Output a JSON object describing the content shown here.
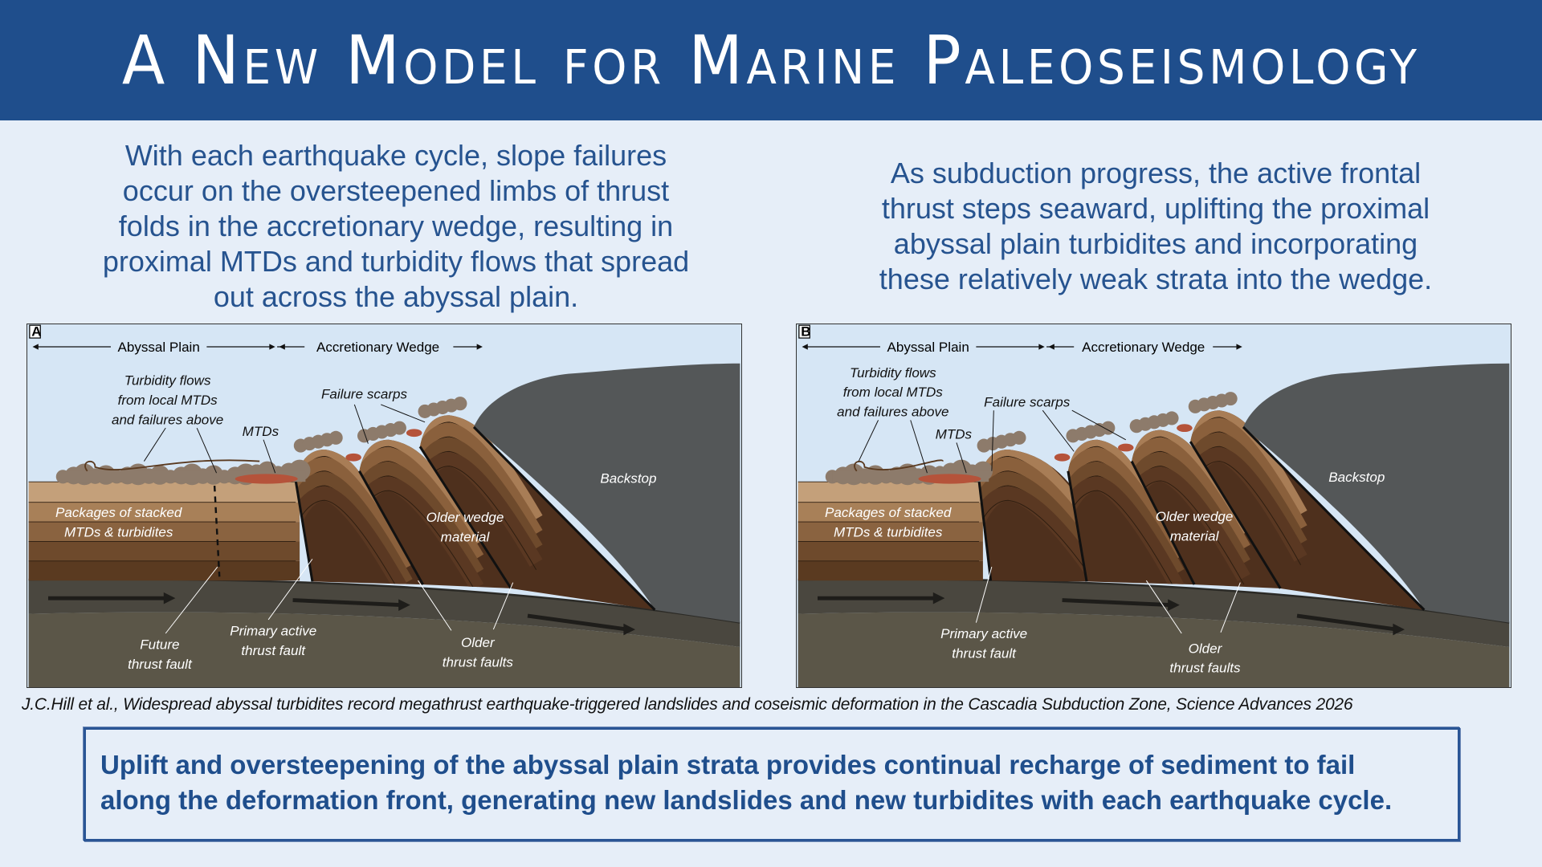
{
  "title": "A New Model for Marine Paleoseismology",
  "left_text": [
    "With each earthquake cycle, slope failures",
    "occur on the oversteepened limbs of thrust",
    "folds in the accretionary wedge, resulting in",
    "proximal MTDs and turbidity flows that spread",
    "out across the abyssal plain."
  ],
  "right_text": [
    "As subduction progress, the active frontal",
    "thrust steps seaward, uplifting the proximal",
    "abyssal plain turbidites and incorporating",
    "these relatively weak strata into the wedge."
  ],
  "panel_a": {
    "letter": "A",
    "abyssal_plain": "Abyssal Plain",
    "accretionary_wedge": "Accretionary Wedge",
    "turbidity": [
      "Turbidity flows",
      "from local MTDs",
      "and failures above"
    ],
    "failure_scarps": "Failure scarps",
    "mtds": "MTDs",
    "backstop": "Backstop",
    "older_wedge": [
      "Older  wedge",
      "material"
    ],
    "packages": [
      "Packages of stacked",
      "MTDs & turbidites"
    ],
    "future_fault": [
      "Future",
      "thrust fault"
    ],
    "primary_fault": [
      "Primary active",
      "thrust fault"
    ],
    "older_faults": [
      "Older",
      "thrust faults"
    ]
  },
  "panel_b": {
    "letter": "B",
    "abyssal_plain": "Abyssal Plain",
    "accretionary_wedge": "Accretionary Wedge",
    "turbidity": [
      "Turbidity flows",
      "from local MTDs",
      "and failures above"
    ],
    "failure_scarps": "Failure scarps",
    "mtds": "MTDs",
    "backstop": "Backstop",
    "older_wedge": [
      "Older  wedge",
      "material"
    ],
    "packages": [
      "Packages of stacked",
      "MTDs & turbidites"
    ],
    "primary_fault": [
      "Primary active",
      "thrust fault"
    ],
    "older_faults": [
      "Older",
      "thrust faults"
    ]
  },
  "citation": "J.C.Hill et al., Widespread abyssal turbidites record megathrust earthquake-triggered landslides and coseismic deformation in the Cascadia Subduction Zone, Science Advances 2026",
  "conclusion": [
    "Uplift and oversteepening of the abyssal plain strata provides continual recharge of sediment to fail",
    "along the deformation front, generating new landslides and new turbidites with each earthquake cycle."
  ],
  "colors": {
    "header": "#1f4e8c",
    "text_blue": "#26538f",
    "background": "#e6eef8",
    "sky": "#d6e6f5",
    "backstop": "#545758"
  }
}
